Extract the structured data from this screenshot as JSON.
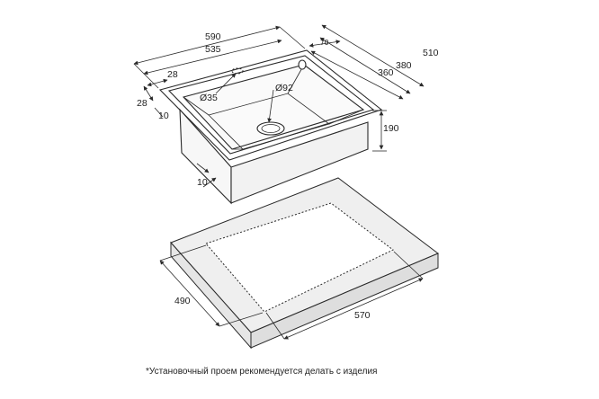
{
  "dimensions": {
    "top_width_outer": "590",
    "top_width_inner": "535",
    "offset_left_edge": "28",
    "offset_front_edge": "28",
    "rim_thickness": "10",
    "drain_diameter": "Ø92",
    "tap_hole_diameter": "Ø35",
    "depth_outer": "510",
    "depth_mid": "380",
    "depth_inner": "360",
    "rear_margin": "70",
    "bowl_height": "190",
    "bottom_thickness": "10",
    "cutout_depth": "490",
    "cutout_width": "570"
  },
  "footnote": "*Установочный проем рекомендуется делать с изделия",
  "colors": {
    "line": "#2a2a2a",
    "countertop_fill": "#efefef",
    "countertop_shadow": "#d8d8d8",
    "bowl_fill": "#f7f7f7"
  }
}
